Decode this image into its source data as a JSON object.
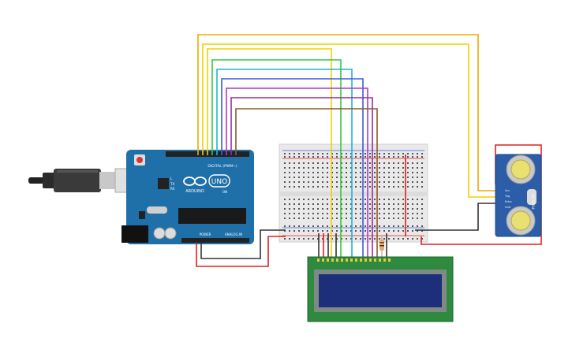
{
  "arduino": {
    "brand_text": "ARDUINO",
    "model_text": "UNO",
    "digital_label": "DIGITAL (PWM~)",
    "power_label": "POWER",
    "analog_label": "ANALOG IN",
    "led_labels": [
      "L",
      "TX",
      "RX",
      "ON"
    ]
  },
  "sensor": {
    "model_text": "HC-SR04",
    "pins": [
      "Vcc",
      "Trig",
      "Echo",
      "Gnd"
    ]
  },
  "colors": {
    "board": "#1f6fa8",
    "board_edge": "#155a8a",
    "breadboard": "#e9e9e9",
    "lcd_pcb": "#2d8a3e",
    "lcd_screen": "#1d2f7a",
    "wire_orange": "#f0a800",
    "wire_yellow": "#f2d000",
    "wire_green": "#2ecc40",
    "wire_cyan": "#1fb5d6",
    "wire_blue": "#3b5bdb",
    "wire_purple": "#b039c7",
    "wire_magenta": "#9b2d9b",
    "wire_brown": "#8b5a2b",
    "wire_red": "#e02020",
    "wire_black": "#333333"
  },
  "icons": [
    "usb-cable-icon",
    "arduino-infinity-logo-icon"
  ]
}
